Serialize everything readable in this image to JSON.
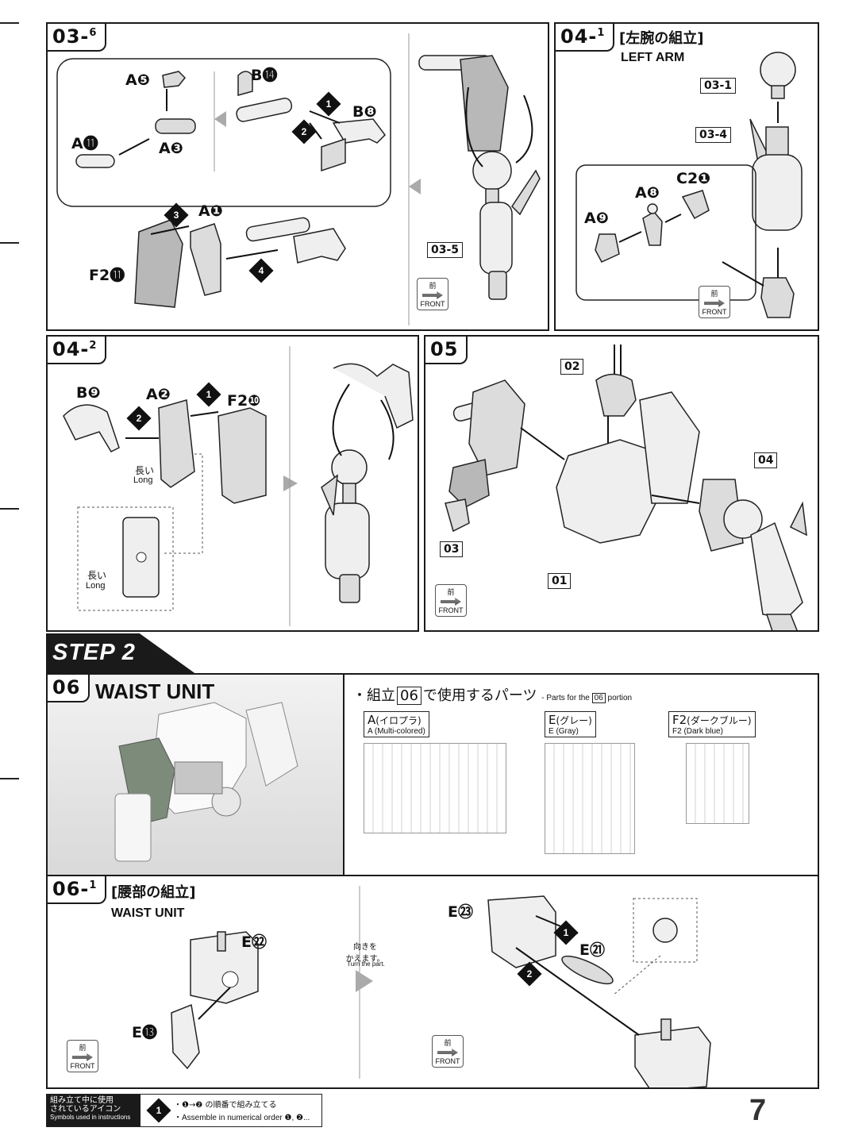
{
  "page_number": "7",
  "step_banner": "STEP 2",
  "steps": {
    "s03_6": {
      "num": "03",
      "sub": "6",
      "parts": [
        "A❺",
        "B⓮",
        "A⓫",
        "A❸",
        "B❽",
        "A❶",
        "F2⓫"
      ],
      "ref": "03-5",
      "orders": [
        "1",
        "2",
        "3",
        "4"
      ]
    },
    "s04_1": {
      "num": "04",
      "sub": "1",
      "title_jp": "[左腕の組立]",
      "title_en": "LEFT ARM",
      "parts": [
        "A❽",
        "C2❶",
        "A❾"
      ],
      "refs": [
        "03-1",
        "03-4"
      ]
    },
    "s04_2": {
      "num": "04",
      "sub": "2",
      "parts": [
        "B❾",
        "A❷",
        "F2❿"
      ],
      "long_jp": "長い",
      "long_en": "Long",
      "orders": [
        "1",
        "2"
      ]
    },
    "s05": {
      "num": "05",
      "refs": [
        "02",
        "03",
        "04",
        "01"
      ]
    },
    "s06": {
      "num": "06",
      "title": "WAIST UNIT"
    },
    "s06_1": {
      "num": "06",
      "sub": "1",
      "title_jp": "[腰部の組立]",
      "title_en": "WAIST UNIT",
      "parts": [
        "E㉒",
        "E⓭",
        "E㉓",
        "E㉑"
      ],
      "turn_jp": "向きを\nかえます。",
      "turn_en": "Turn the part.",
      "orders": [
        "1",
        "2"
      ]
    }
  },
  "front_label_jp": "前",
  "front_label_en": "FRONT",
  "parts_header": {
    "prefix": "・組立",
    "box": "06",
    "suffix": "で使用するパーツ",
    "en_prefix": "- Parts for the",
    "en_suffix": "portion"
  },
  "runners": [
    {
      "code": "A",
      "jp": "(イロプラ)",
      "en": "A (Multi-colored)"
    },
    {
      "code": "E",
      "jp": "(グレー)",
      "en": "E (Gray)"
    },
    {
      "code": "F2",
      "jp": "(ダークブルー)",
      "en": "F2 (Dark blue)"
    }
  ],
  "legend": {
    "title_jp": "組み立て中に使用\nされているアイコン",
    "title_en": "Symbols used in instructions",
    "line1": "・❶→❷ の順番で組み立てる",
    "line2": "・Assemble in numerical order ❶, ❷..."
  }
}
